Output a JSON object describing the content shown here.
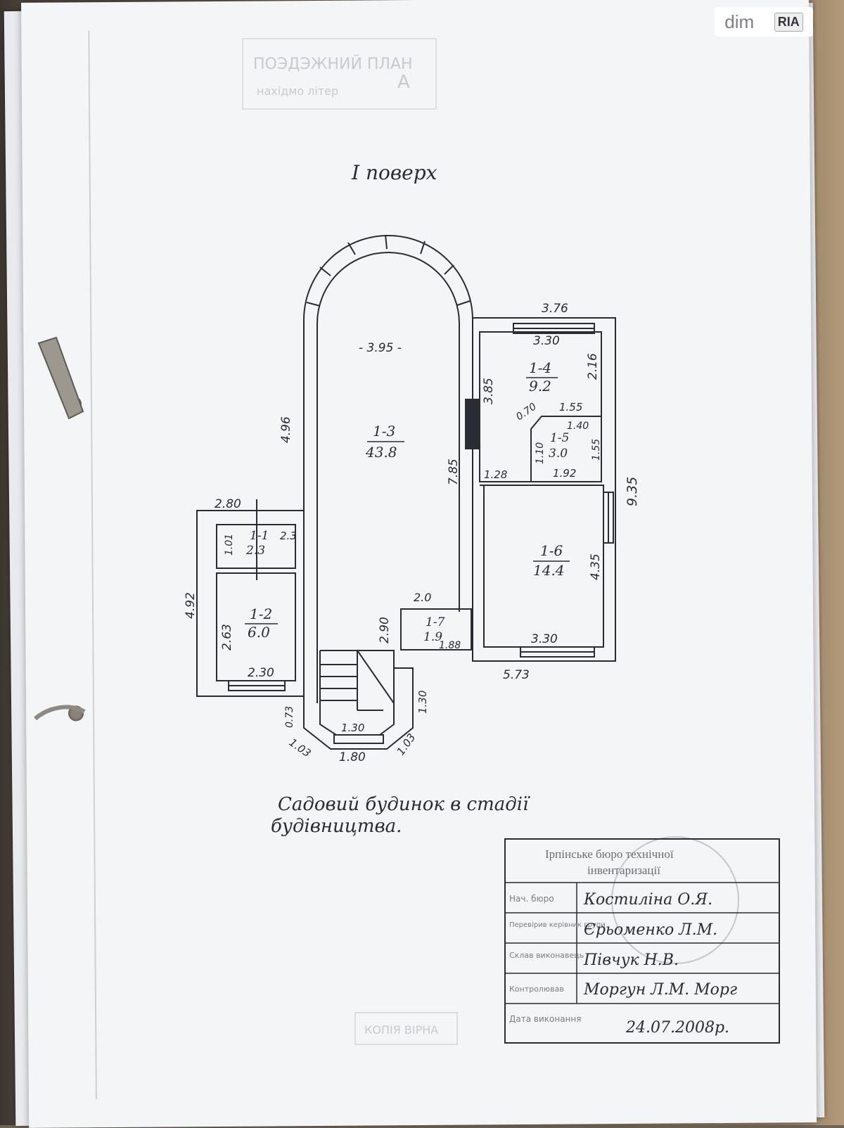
{
  "watermark": {
    "brand": "dim",
    "logo": "RIA"
  },
  "faded_header": {
    "line1": "ПОЭДЭЖНИЙ ПЛАН",
    "line2": "нахідмо літер",
    "letter": "А"
  },
  "floor_title": "I поверх",
  "rooms": [
    {
      "id": "1-1",
      "area": "2.3"
    },
    {
      "id": "1-2",
      "area": "6.0"
    },
    {
      "id": "1-3",
      "area": "43.8"
    },
    {
      "id": "1-4",
      "area": "9.2"
    },
    {
      "id": "1-5",
      "area": "3.0"
    },
    {
      "id": "1-6",
      "area": "14.4"
    },
    {
      "id": "1-7",
      "area": "1.9"
    }
  ],
  "dimensions": {
    "top_width": "- 3.95 -",
    "left_hall": "4.96",
    "hall_right": "7.85",
    "r14_top_outer": "3.76",
    "r14_top_inner": "3.30",
    "r14_right": "2.16",
    "r14_left": "3.85",
    "r14_bottom": "1.55",
    "r15_diag": "0.70",
    "r15_top": "1.40",
    "r15_left": "1.10",
    "r15_right": "1.55",
    "r15_bottom": "1.92",
    "r13_nook": "1.28",
    "right_total": "9.35",
    "r16_right": "4.35",
    "r16_bottom": "3.30",
    "bottom_total": "5.73",
    "r17_top": "2.0",
    "r17_right": "1.88",
    "r13_lower": "2.90",
    "r11_top": "2.80",
    "r11_left": "1.01",
    "r11_right": "2.3",
    "left_total": "4.92",
    "r12_left": "2.63",
    "r12_bottom": "2.30",
    "porch_left_small": "0.73",
    "porch_diag_left": "1.03",
    "porch_inner": "1.30",
    "porch_bottom": "1.80",
    "porch_diag_right": "1.03",
    "porch_right": "1.30"
  },
  "caption": {
    "line1": "Садовий будинок в стадії",
    "line2": "будівництва."
  },
  "stamp": {
    "org_line1": "Ірпінське бюро технічної",
    "org_line2": "інвентаризації",
    "rows": [
      {
        "label": "Нач. бюро",
        "value": "Костиліна О.Я."
      },
      {
        "label": "Перевірив керівник групи",
        "value": "Єрьоменко Л.М."
      },
      {
        "label": "Склав виконавець",
        "value": "Півчук Н.В."
      },
      {
        "label": "Контролював",
        "value": "Моргун Л.М. Морг"
      },
      {
        "label": "Дата виконання",
        "value": "24.07.2008р."
      }
    ]
  },
  "copy_stamp": "КОПІЯ ВІРНА"
}
